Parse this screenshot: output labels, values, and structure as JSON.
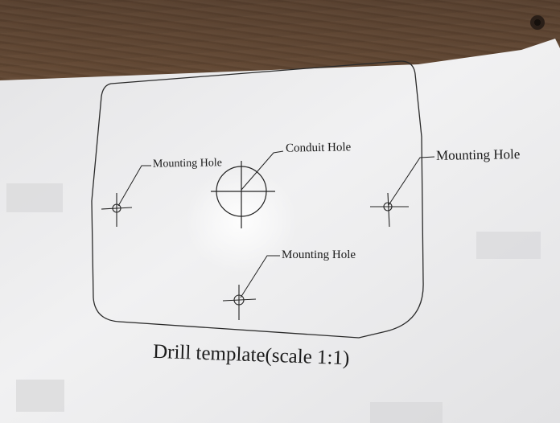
{
  "labels": {
    "conduit_hole": "Conduit Hole",
    "mounting_hole_left": "Mounting Hole",
    "mounting_hole_right": "Mounting Hole",
    "mounting_hole_bottom": "Mounting Hole"
  },
  "caption": "Drill template(scale 1:1)",
  "colors": {
    "paper": "#eeeeee",
    "ink": "#1a1a1a",
    "wood": "#6e5038"
  }
}
